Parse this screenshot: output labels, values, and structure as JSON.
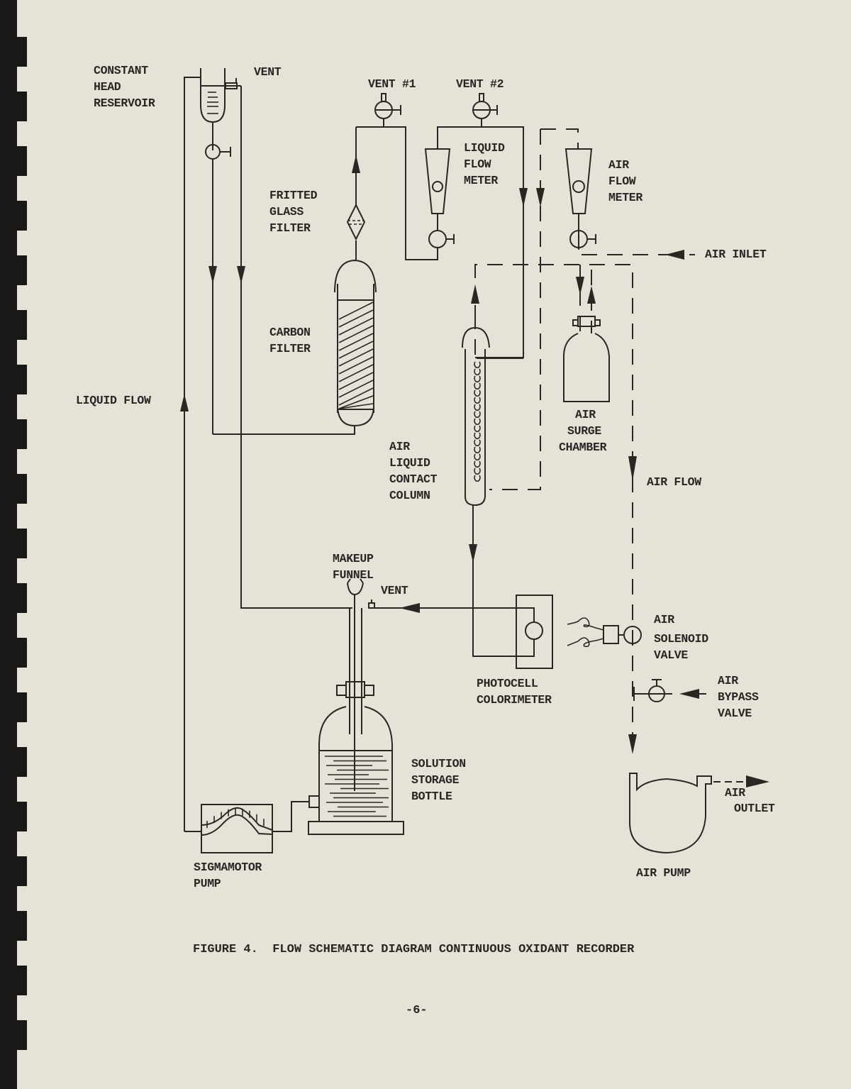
{
  "labels": {
    "constant_head_reservoir": [
      "CONSTANT",
      "HEAD",
      "RESERVOIR"
    ],
    "vent_top": "VENT",
    "vent_1": "VENT #1",
    "vent_2": "VENT #2",
    "liquid_flow_meter": [
      "LIQUID",
      "FLOW",
      "METER"
    ],
    "air_flow_meter": [
      "AIR",
      "FLOW",
      "METER"
    ],
    "fritted_glass_filter": [
      "FRITTED",
      "GLASS",
      "FILTER"
    ],
    "air_inlet": "AIR INLET",
    "carbon_filter": [
      "CARBON",
      "FILTER"
    ],
    "liquid_flow": "LIQUID FLOW",
    "air_surge_chamber": [
      "AIR",
      "SURGE",
      "CHAMBER"
    ],
    "air_liquid_contact_column": [
      "AIR",
      "LIQUID",
      "CONTACT",
      "COLUMN"
    ],
    "air_flow": "AIR FLOW",
    "makeup_funnel": [
      "MAKEUP",
      "FUNNEL"
    ],
    "vent_bottle": "VENT",
    "air_solenoid_valve": [
      "AIR",
      "SOLENOID",
      "VALVE"
    ],
    "photocell_colorimeter": [
      "PHOTOCELL",
      "COLORIMETER"
    ],
    "air_bypass_valve": [
      "AIR",
      "BYPASS",
      "VALVE"
    ],
    "solution_storage_bottle": [
      "SOLUTION",
      "STORAGE",
      "BOTTLE"
    ],
    "air_outlet": [
      "AIR",
      "OUTLET"
    ],
    "sigmamotor_pump": [
      "SIGMAMOTOR",
      "PUMP"
    ],
    "air_pump": "AIR PUMP"
  },
  "caption": "FIGURE 4.  FLOW SCHEMATIC DIAGRAM CONTINUOUS OXIDANT RECORDER",
  "page_number": "-6-",
  "colors": {
    "paper": "#e6e2d8",
    "ink": "#2a2624",
    "binding": "#1a1816"
  }
}
